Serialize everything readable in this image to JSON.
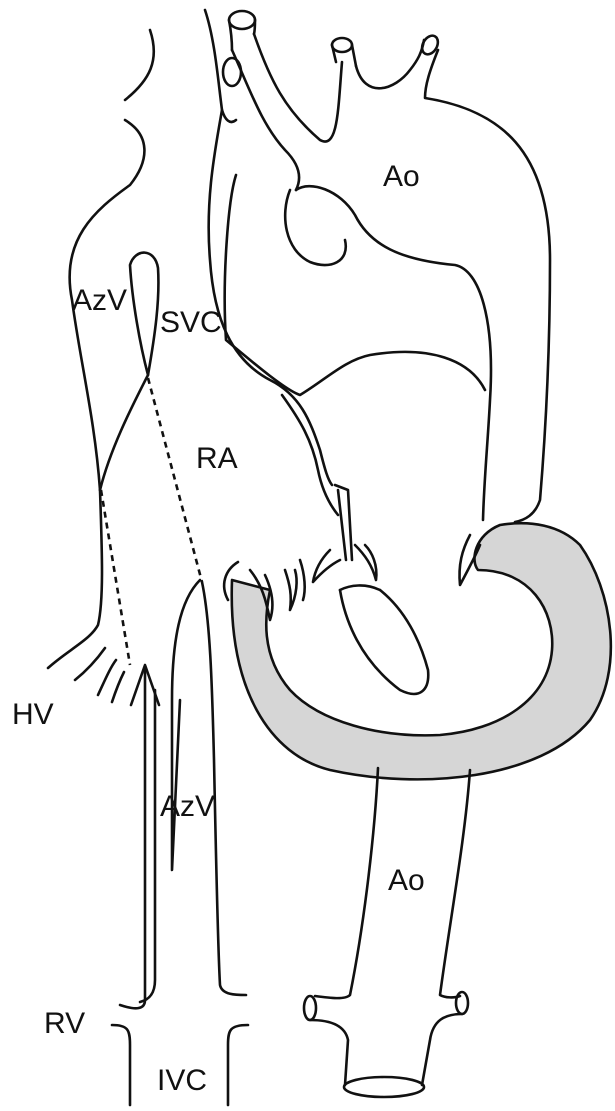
{
  "labels": {
    "ao_top": "Ao",
    "azv_top": "AzV",
    "svc": "SVC",
    "ra": "RA",
    "hv": "HV",
    "azv_bottom": "AzV",
    "ao_bottom": "Ao",
    "rv": "RV",
    "ivc": "IVC"
  },
  "colors": {
    "line": "#111111",
    "ventricle_wall": "#d6d6d6",
    "background": "#ffffff"
  }
}
